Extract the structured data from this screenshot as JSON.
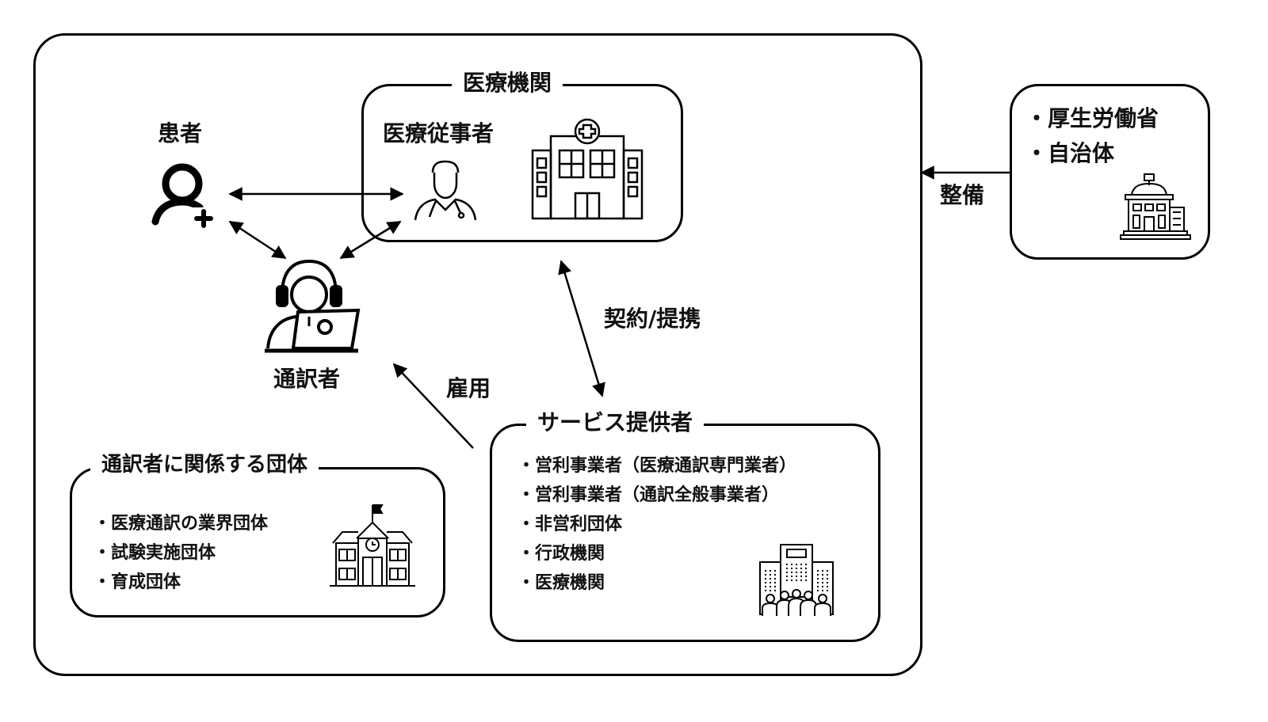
{
  "medical_institution": {
    "title": "医療機関",
    "staff_label": "医療従事者"
  },
  "patient": {
    "label": "患者"
  },
  "interpreter": {
    "label": "通訳者"
  },
  "government": {
    "items": [
      "・厚生労働省",
      "・自治体"
    ]
  },
  "relations": {
    "maintain": "整備",
    "contract": "契約/提携",
    "employ": "雇用"
  },
  "interpreter_orgs": {
    "title": "通訳者に関係する団体",
    "items": [
      "・医療通訳の業界団体",
      "・試験実施団体",
      "・育成団体"
    ]
  },
  "service_providers": {
    "title": "サービス提供者",
    "items": [
      "・営利事業者（医療通訳専門業者）",
      "・営利事業者（通訳全般事業者）",
      "・非営利団体",
      "・行政機関",
      "・医療機関"
    ]
  }
}
